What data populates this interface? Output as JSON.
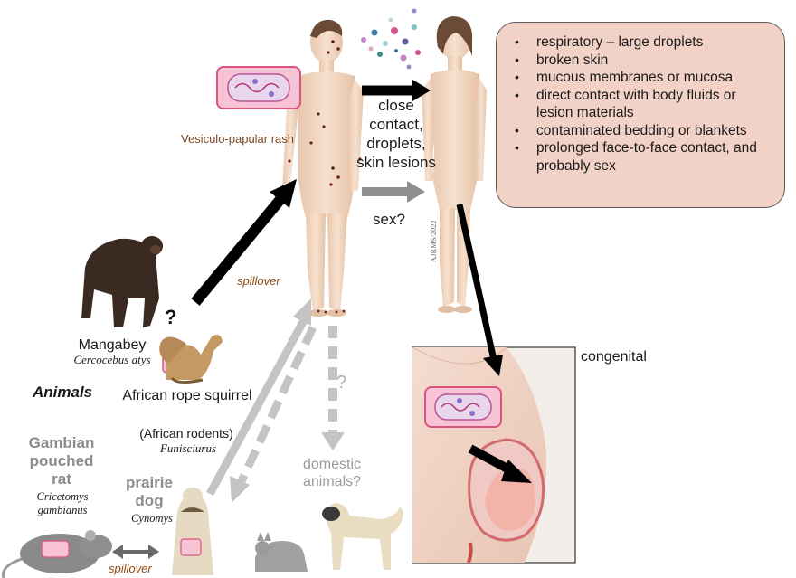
{
  "transmission_routes": [
    "respiratory – large droplets",
    "broken skin",
    "mucous membranes or mucosa",
    "direct contact with body fluids or lesion materials",
    "contaminated bedding or blankets",
    "prolonged face-to-face contact, and probably sex"
  ],
  "human_transmission": {
    "contact_label": "close contact, droplets, skin lesions",
    "sex_label": "sex?"
  },
  "rash_label": "Vesiculo-papular rash",
  "spillover_label": "spillover",
  "question_mark": "?",
  "congenital_label": "congenital",
  "credit": "AJRMS/2022",
  "animals_heading": "Animals",
  "mangabey": {
    "name": "Mangabey",
    "sci": "Cercocebus atys"
  },
  "squirrel": {
    "name": "African rope squirrel",
    "note": "(African rodents)",
    "sci": "Funisciurus"
  },
  "rat": {
    "name": "Gambian pouched rat",
    "sci": "Cricetomys gambianus"
  },
  "prairie_dog": {
    "name": "prairie dog",
    "sci": "Cynomys"
  },
  "domestic": {
    "name": "domestic animals?"
  },
  "colors": {
    "route_box_bg": "#f2d2c6",
    "black_arrow": "#000000",
    "grey_arrow": "#9e9e9e",
    "light_arrow": "#c4c4c4",
    "skin": "#f3d9c4",
    "virion": "#f2c0d0"
  }
}
